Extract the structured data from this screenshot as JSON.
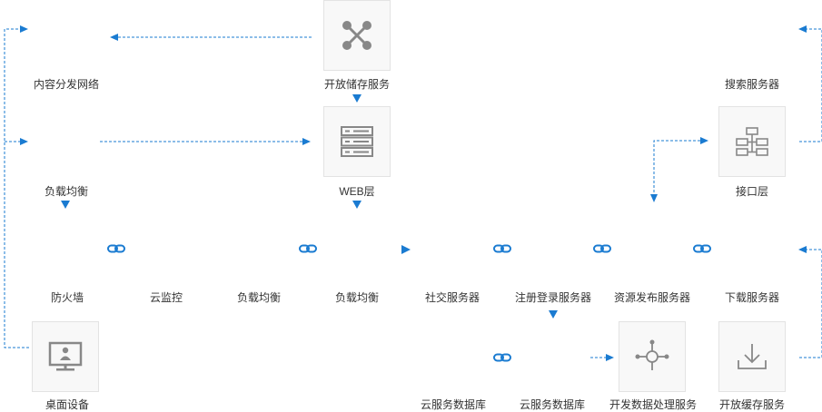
{
  "nodes": {
    "cdn": "内容分发网络",
    "open_storage": "开放储存服务",
    "search": "搜索服务器",
    "load_balance_1": "负载均衡",
    "web_layer": "WEB层",
    "api_layer": "接口层",
    "firewall": "防火墙",
    "cloud_monitor": "云监控",
    "load_balance_2": "负载均衡",
    "load_balance_3": "负载均衡",
    "social_server": "社交服务器",
    "register_server": "注册登录服务器",
    "resource_server": "资源发布服务器",
    "download_server": "下载服务器",
    "desktop_device": "桌面设备",
    "cloud_db_1": "云服务数据库",
    "cloud_db_2": "云服务数据库",
    "data_processing": "开发数据处理服务",
    "open_cache": "开放缓存服务"
  },
  "colors": {
    "arrow": "#1a7bd1",
    "box_border": "#e3e3e3",
    "icon": "#888888",
    "text": "#333333"
  }
}
